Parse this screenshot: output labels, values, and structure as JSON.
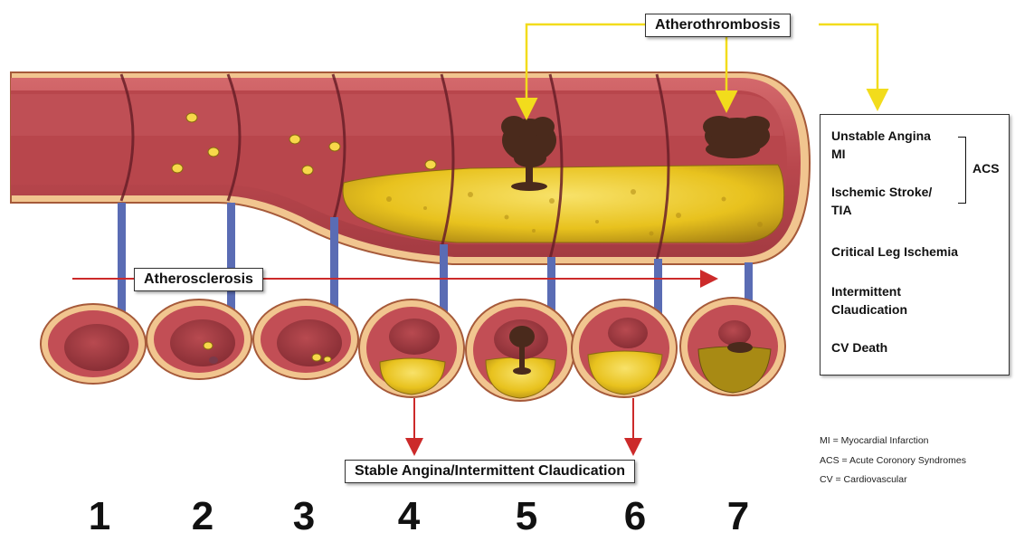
{
  "labels": {
    "atherothrombosis": "Atherothrombosis",
    "atherosclerosis": "Atherosclerosis",
    "stable_angina": "Stable Angina/Intermittent Claudication"
  },
  "outcomes": {
    "unstable_angina": "Unstable Angina",
    "mi": "MI",
    "ischemic_stroke": "Ischemic Stroke/",
    "tia": "TIA",
    "acs": "ACS",
    "critical_leg": "Critical Leg Ischemia",
    "intermittent": "Intermittent",
    "claudication": "Claudication",
    "cv_death": "CV Death"
  },
  "abbreviations": [
    "MI = Myocardial Infarction",
    "ACS = Acute Coronory Syndromes",
    "CV = Cardiovascular"
  ],
  "stages": [
    "1",
    "2",
    "3",
    "4",
    "5",
    "6",
    "7"
  ],
  "colors": {
    "artery_wall": "#c8565a",
    "lumen": "#b8464c",
    "adventitia": "#f1c58f",
    "plaque": "#e8c21e",
    "connector": "#5a6cb4",
    "arrow_red": "#cc2a2a",
    "arrow_yellow": "#f2dc1c",
    "thrombus": "#4a2a1c"
  }
}
